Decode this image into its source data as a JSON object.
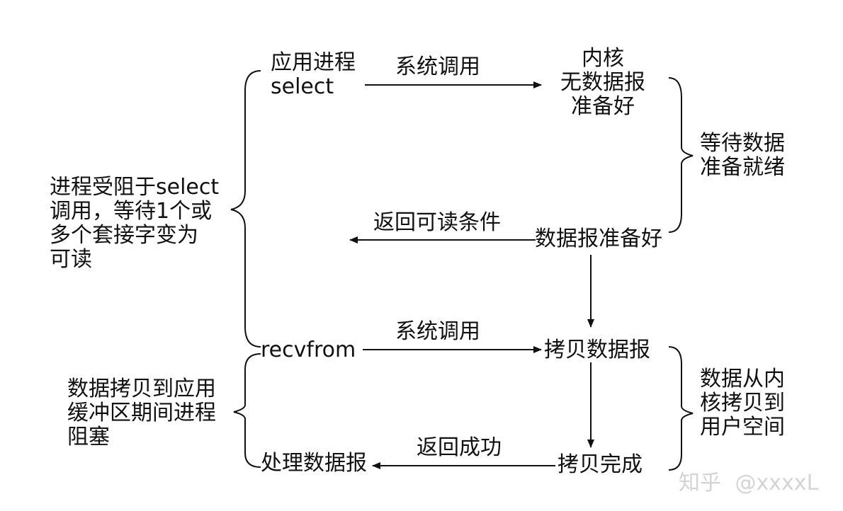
{
  "diagram": {
    "left_block_select": [
      "进程受阻于select",
      "调用，等待1个或",
      "多个套接字变为",
      "可读"
    ],
    "left_block_copy": [
      "数据拷贝到应用",
      "缓冲区期间进程",
      "阻塞"
    ],
    "app_process": [
      "应用进程",
      "select"
    ],
    "syscall_label_1": "系统调用",
    "kernel_no_data": [
      "内核",
      "无数据报",
      "准备好"
    ],
    "wait_data_ready": [
      "等待数据",
      "准备就绪"
    ],
    "return_readable": "返回可读条件",
    "datagram_ready": "数据报准备好",
    "recvfrom": "recvfrom",
    "syscall_label_2": "系统调用",
    "copy_datagram": "拷贝数据报",
    "copy_kernel_to_user": [
      "数据从内",
      "核拷贝到",
      "用户空间"
    ],
    "process_datagram": "处理数据报",
    "return_success": "返回成功",
    "copy_done": "拷贝完成"
  },
  "watermark": {
    "site": "知乎",
    "user": "@xxxxL"
  },
  "colors": {
    "line": "#111111",
    "watermark": "#d4d4d4"
  }
}
